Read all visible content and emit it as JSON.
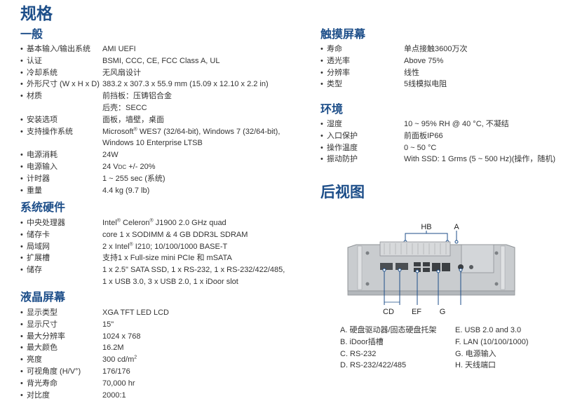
{
  "title": "规格",
  "general": {
    "heading": "一般",
    "items": [
      {
        "label": "基本输入/输出系统",
        "value": "AMI UEFI"
      },
      {
        "label": "认证",
        "value": "BSMI, CCC, CE, FCC Class A, UL"
      },
      {
        "label": "冷却系统",
        "value": "无风扇设计"
      },
      {
        "label": "外形尺寸 (W x H x D)",
        "value": "383.2 x 307.3 x 55.9 mm (15.09 x 12.10 x 2.2 in)"
      },
      {
        "label": "材质",
        "value": "前挡板：压铸铝合金",
        "value2": "后壳：SECC"
      },
      {
        "label": "安装选项",
        "value": "面板，墙壁，桌面"
      },
      {
        "label": "支持操作系统",
        "value_prefix": "Microsoft",
        "value_sup": "®",
        "value": " WES7 (32/64-bit), Windows 7 (32/64-bit),",
        "value2": "Windows 10 Enterprise LTSB"
      },
      {
        "label": "电源消耗",
        "value": "24W"
      },
      {
        "label": "电源输入",
        "value": "24 V",
        "value_sub": "DC",
        "value_tail": " +/- 20%"
      },
      {
        "label": "计时器",
        "value": "1 ~ 255 sec (系统)"
      },
      {
        "label": "重量",
        "value": "4.4 kg (9.7 lb)"
      }
    ]
  },
  "hardware": {
    "heading": "系统硬件",
    "items": [
      {
        "label": "中央处理器",
        "value_prefix": "Intel",
        "value_sup": "®",
        "value_mid": " Celeron",
        "value_sup2": "®",
        "value": " J1900 2.0 GHz quad"
      },
      {
        "label": "储存卡",
        "value": "core 1 x SODIMM & 4 GB DDR3L SDRAM"
      },
      {
        "label": "局域网",
        "value_prefix": "2 x Intel",
        "value_sup": "®",
        "value": " I210; 10/100/1000 BASE-T"
      },
      {
        "label": "扩展槽",
        "value": "支持1 x Full-size mini PCIe 和 mSATA"
      },
      {
        "label": "储存",
        "value": "1 x 2.5\" SATA SSD, 1 x RS-232, 1 x RS-232/422/485,",
        "value2": "1 x USB 3.0, 3 x USB 2.0, 1 x iDoor slot"
      }
    ]
  },
  "lcd": {
    "heading": "液晶屏幕",
    "items": [
      {
        "label": "显示类型",
        "value": "XGA TFT LED LCD"
      },
      {
        "label": "显示尺寸",
        "value": "15\""
      },
      {
        "label": "最大分辨率",
        "value": "1024 x 768"
      },
      {
        "label": "最大颜色",
        "value": "16.2M"
      },
      {
        "label": "亮度",
        "value": "300 cd/m",
        "value_sup": "2"
      },
      {
        "label": "可视角度 (H/V°)",
        "value": "176/176"
      },
      {
        "label": "背光寿命",
        "value": "70,000 hr"
      },
      {
        "label": "对比度",
        "value": "2000:1"
      }
    ]
  },
  "touch": {
    "heading": "触摸屏幕",
    "items": [
      {
        "label": "寿命",
        "value": "单点接触3600万次"
      },
      {
        "label": "透光率",
        "value": "Above 75%"
      },
      {
        "label": "分辨率",
        "value": "线性"
      },
      {
        "label": "类型",
        "value": "5线模拟电阻"
      }
    ]
  },
  "environment": {
    "heading": "环境",
    "items": [
      {
        "label": "湿度",
        "value": "10 ~ 95% RH @ 40 °C, 不凝结"
      },
      {
        "label": "入口保护",
        "value": "前面板IP66"
      },
      {
        "label": "操作温度",
        "value": "0 ~ 50 °C"
      },
      {
        "label": "振动防护",
        "value": "With SSD: 1 Grms (5 ~ 500 Hz)(操作，随机)"
      }
    ]
  },
  "rear": {
    "heading": "后视图",
    "callouts": {
      "hb": "HB",
      "a": "A",
      "cd": "CD",
      "ef": "EF",
      "g": "G"
    },
    "legend_left": [
      "A. 硬盘驱动器/固态硬盘托架",
      "B. iDoor插槽",
      "C. RS-232",
      "D. RS-232/422/485"
    ],
    "legend_right": [
      "E. USB 2.0 and 3.0",
      "F. LAN (10/100/1000)",
      "G. 电源输入",
      "H. 天线端口"
    ]
  },
  "colors": {
    "heading": "#1d4e89",
    "text": "#333333",
    "panel": "#c9cccf"
  }
}
